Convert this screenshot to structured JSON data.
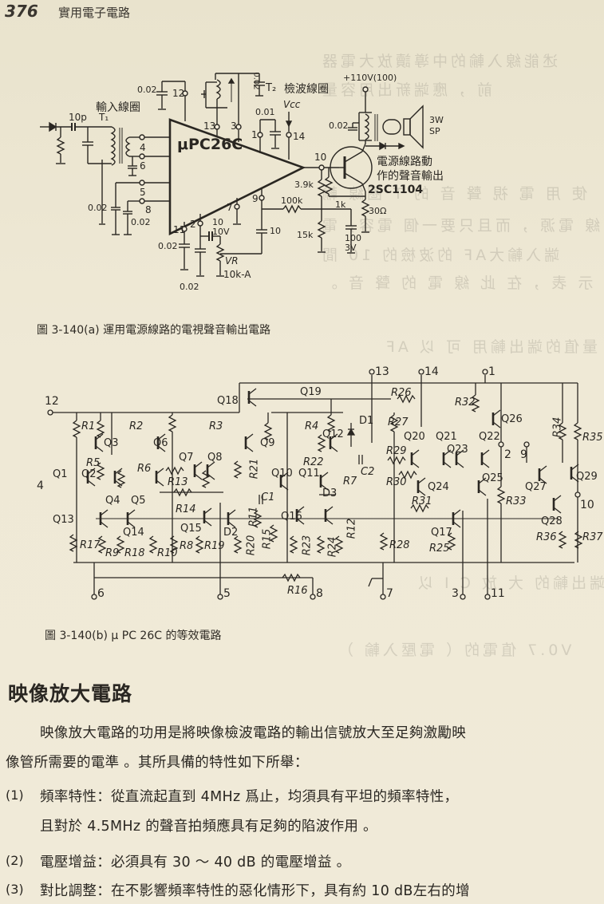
{
  "header": {
    "page_number": "376",
    "book_title": "實用電子電路"
  },
  "figure_a": {
    "caption": "圖 3-140(a)  運用電源線路的電視聲音輸出電路",
    "ic_name": "μPC26C",
    "labels": {
      "input_coil": "輸入線圈",
      "detector_coil": "檢波線圈",
      "t1": "T₁",
      "t2": "T₂",
      "vcc": "Vcc",
      "supply": "+110V(100)",
      "speaker": "3W",
      "speaker2": "SP",
      "output_note_1": "電源線路動",
      "output_note_2": "作的聲音輸出",
      "transistor": "2SC1104",
      "vr": "VR",
      "vr_value": "10k-A"
    },
    "components": {
      "c_10p": "10p",
      "c_002_a": "0.02",
      "c_002_b": "0.02",
      "c_001": "0.01",
      "c_002_out": "0.02",
      "c_002_5": "0.02",
      "c_002_8": "0.02",
      "c_002_11": "0.02",
      "c_002_2": "0.02",
      "c_10_10v_1": "10",
      "c_10_10v_2": "10V",
      "c_10": "10",
      "r_39k": "3.9k",
      "r_100k": "100k",
      "r_1k": "1k",
      "r_15k": "15k",
      "c_100": "100",
      "c_3v": "3V",
      "r_30": "30Ω"
    },
    "pins": [
      "12",
      "13",
      "3",
      "1",
      "14",
      "4",
      "6",
      "5",
      "8",
      "10",
      "9",
      "7",
      "11",
      "2"
    ]
  },
  "figure_b": {
    "caption": "圖 3-140(b)  μ PC 26C 的等效電路",
    "pins": {
      "p12": "12",
      "p4": "4",
      "p13": "13",
      "p14": "14",
      "p1": "1",
      "p2": "2",
      "p9": "9",
      "p10": "10",
      "p6": "6",
      "p5": "5",
      "p8": "8",
      "p7": "7",
      "p3": "3",
      "p11": "11"
    },
    "transistors": [
      "Q1",
      "Q2",
      "Q3",
      "Q4",
      "Q5",
      "Q6",
      "Q7",
      "Q8",
      "Q9",
      "Q10",
      "Q11",
      "Q12",
      "Q13",
      "Q14",
      "Q15",
      "Q16",
      "Q17",
      "Q18",
      "Q19",
      "Q20",
      "Q21",
      "Q22",
      "Q23",
      "Q24",
      "Q25",
      "Q26",
      "Q27",
      "Q28",
      "Q29"
    ],
    "resistors": [
      "R1",
      "R2",
      "R3",
      "R4",
      "R5",
      "R6",
      "R7",
      "R8",
      "R9",
      "R10",
      "R11",
      "R12",
      "R13",
      "R14",
      "R15",
      "R16",
      "R17",
      "R18",
      "R19",
      "R20",
      "R21",
      "R22",
      "R23",
      "R24",
      "R25",
      "R26",
      "R27",
      "R28",
      "R29",
      "R30",
      "R31",
      "R32",
      "R33",
      "R34",
      "R35",
      "R36",
      "R37"
    ],
    "others": {
      "d1": "D1",
      "d2": "D2",
      "d3": "D3",
      "c1": "C1",
      "c2": "C2"
    }
  },
  "section": {
    "title": "映像放大電路",
    "intro_line1": "映像放大電路的功用是將映像檢波電路的輸出信號放大至足夠激勵映",
    "intro_line2": "像管所需要的電準 。其所具備的特性如下所舉：",
    "items": [
      {
        "num": "(1)",
        "line1": "頻率特性：從直流起直到 4MHz  爲止，均須具有平坦的頻率特性，",
        "line2": "且對於 4.5MHz 的聲音拍頻應具有足夠的陷波作用 。"
      },
      {
        "num": "(2)",
        "line1": "電壓增益：必須具有 30 ～ 40 dB 的電壓增益 。"
      },
      {
        "num": "(3)",
        "line1": "對比調整：在不影響頻率特性的惡化情形下，具有約 10 dB左右的增"
      }
    ]
  }
}
